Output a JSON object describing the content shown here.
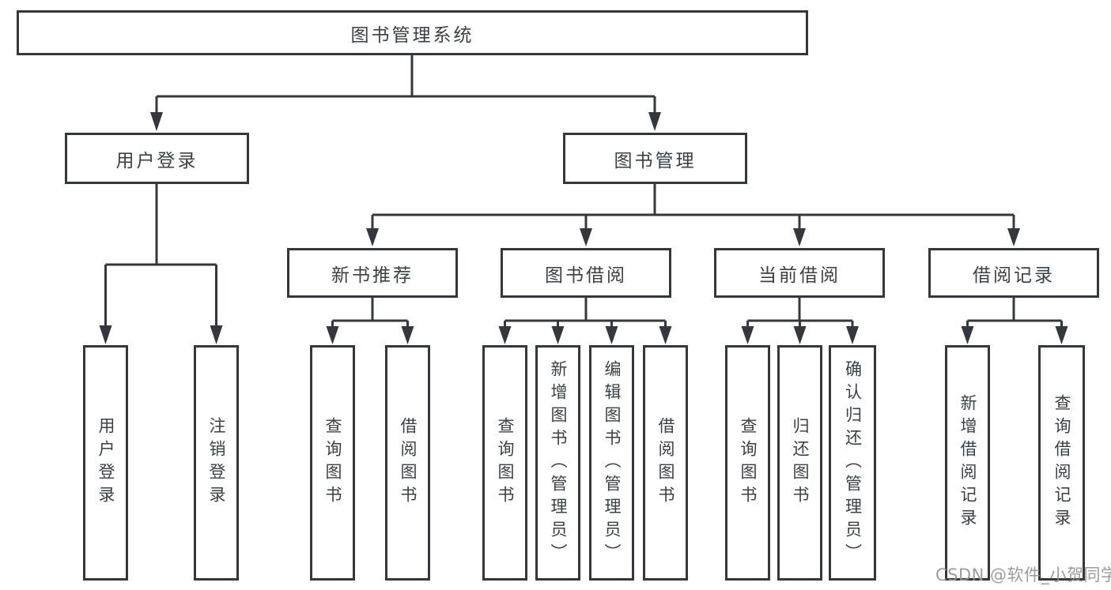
{
  "diagram": {
    "tree": {
      "root": {
        "label": "图书管理系统"
      },
      "children": [
        {
          "label": "用户登录",
          "children": [
            {
              "label": "用户登录"
            },
            {
              "label": "注销登录"
            }
          ]
        },
        {
          "label": "图书管理",
          "children": [
            {
              "label": "新书推荐",
              "children": [
                {
                  "label": "查询图书"
                },
                {
                  "label": "借阅图书"
                }
              ]
            },
            {
              "label": "图书借阅",
              "children": [
                {
                  "label": "查询图书"
                },
                {
                  "label": "新增图书（管理员）"
                },
                {
                  "label": "编辑图书（管理员）"
                },
                {
                  "label": "借阅图书"
                }
              ]
            },
            {
              "label": "当前借阅",
              "children": [
                {
                  "label": "查询图书"
                },
                {
                  "label": "归还图书"
                },
                {
                  "label": "确认归还（管理员）"
                }
              ]
            },
            {
              "label": "借阅记录",
              "children": [
                {
                  "label": "新增借阅记录"
                },
                {
                  "label": "查询借阅记录"
                }
              ]
            }
          ]
        }
      ]
    },
    "colors": {
      "line": "#34383c",
      "text": "#3b4045",
      "watermark": "#949494",
      "background": "#ffffff"
    }
  },
  "watermark": {
    "text": "CSDN @软件_小贺同学"
  }
}
